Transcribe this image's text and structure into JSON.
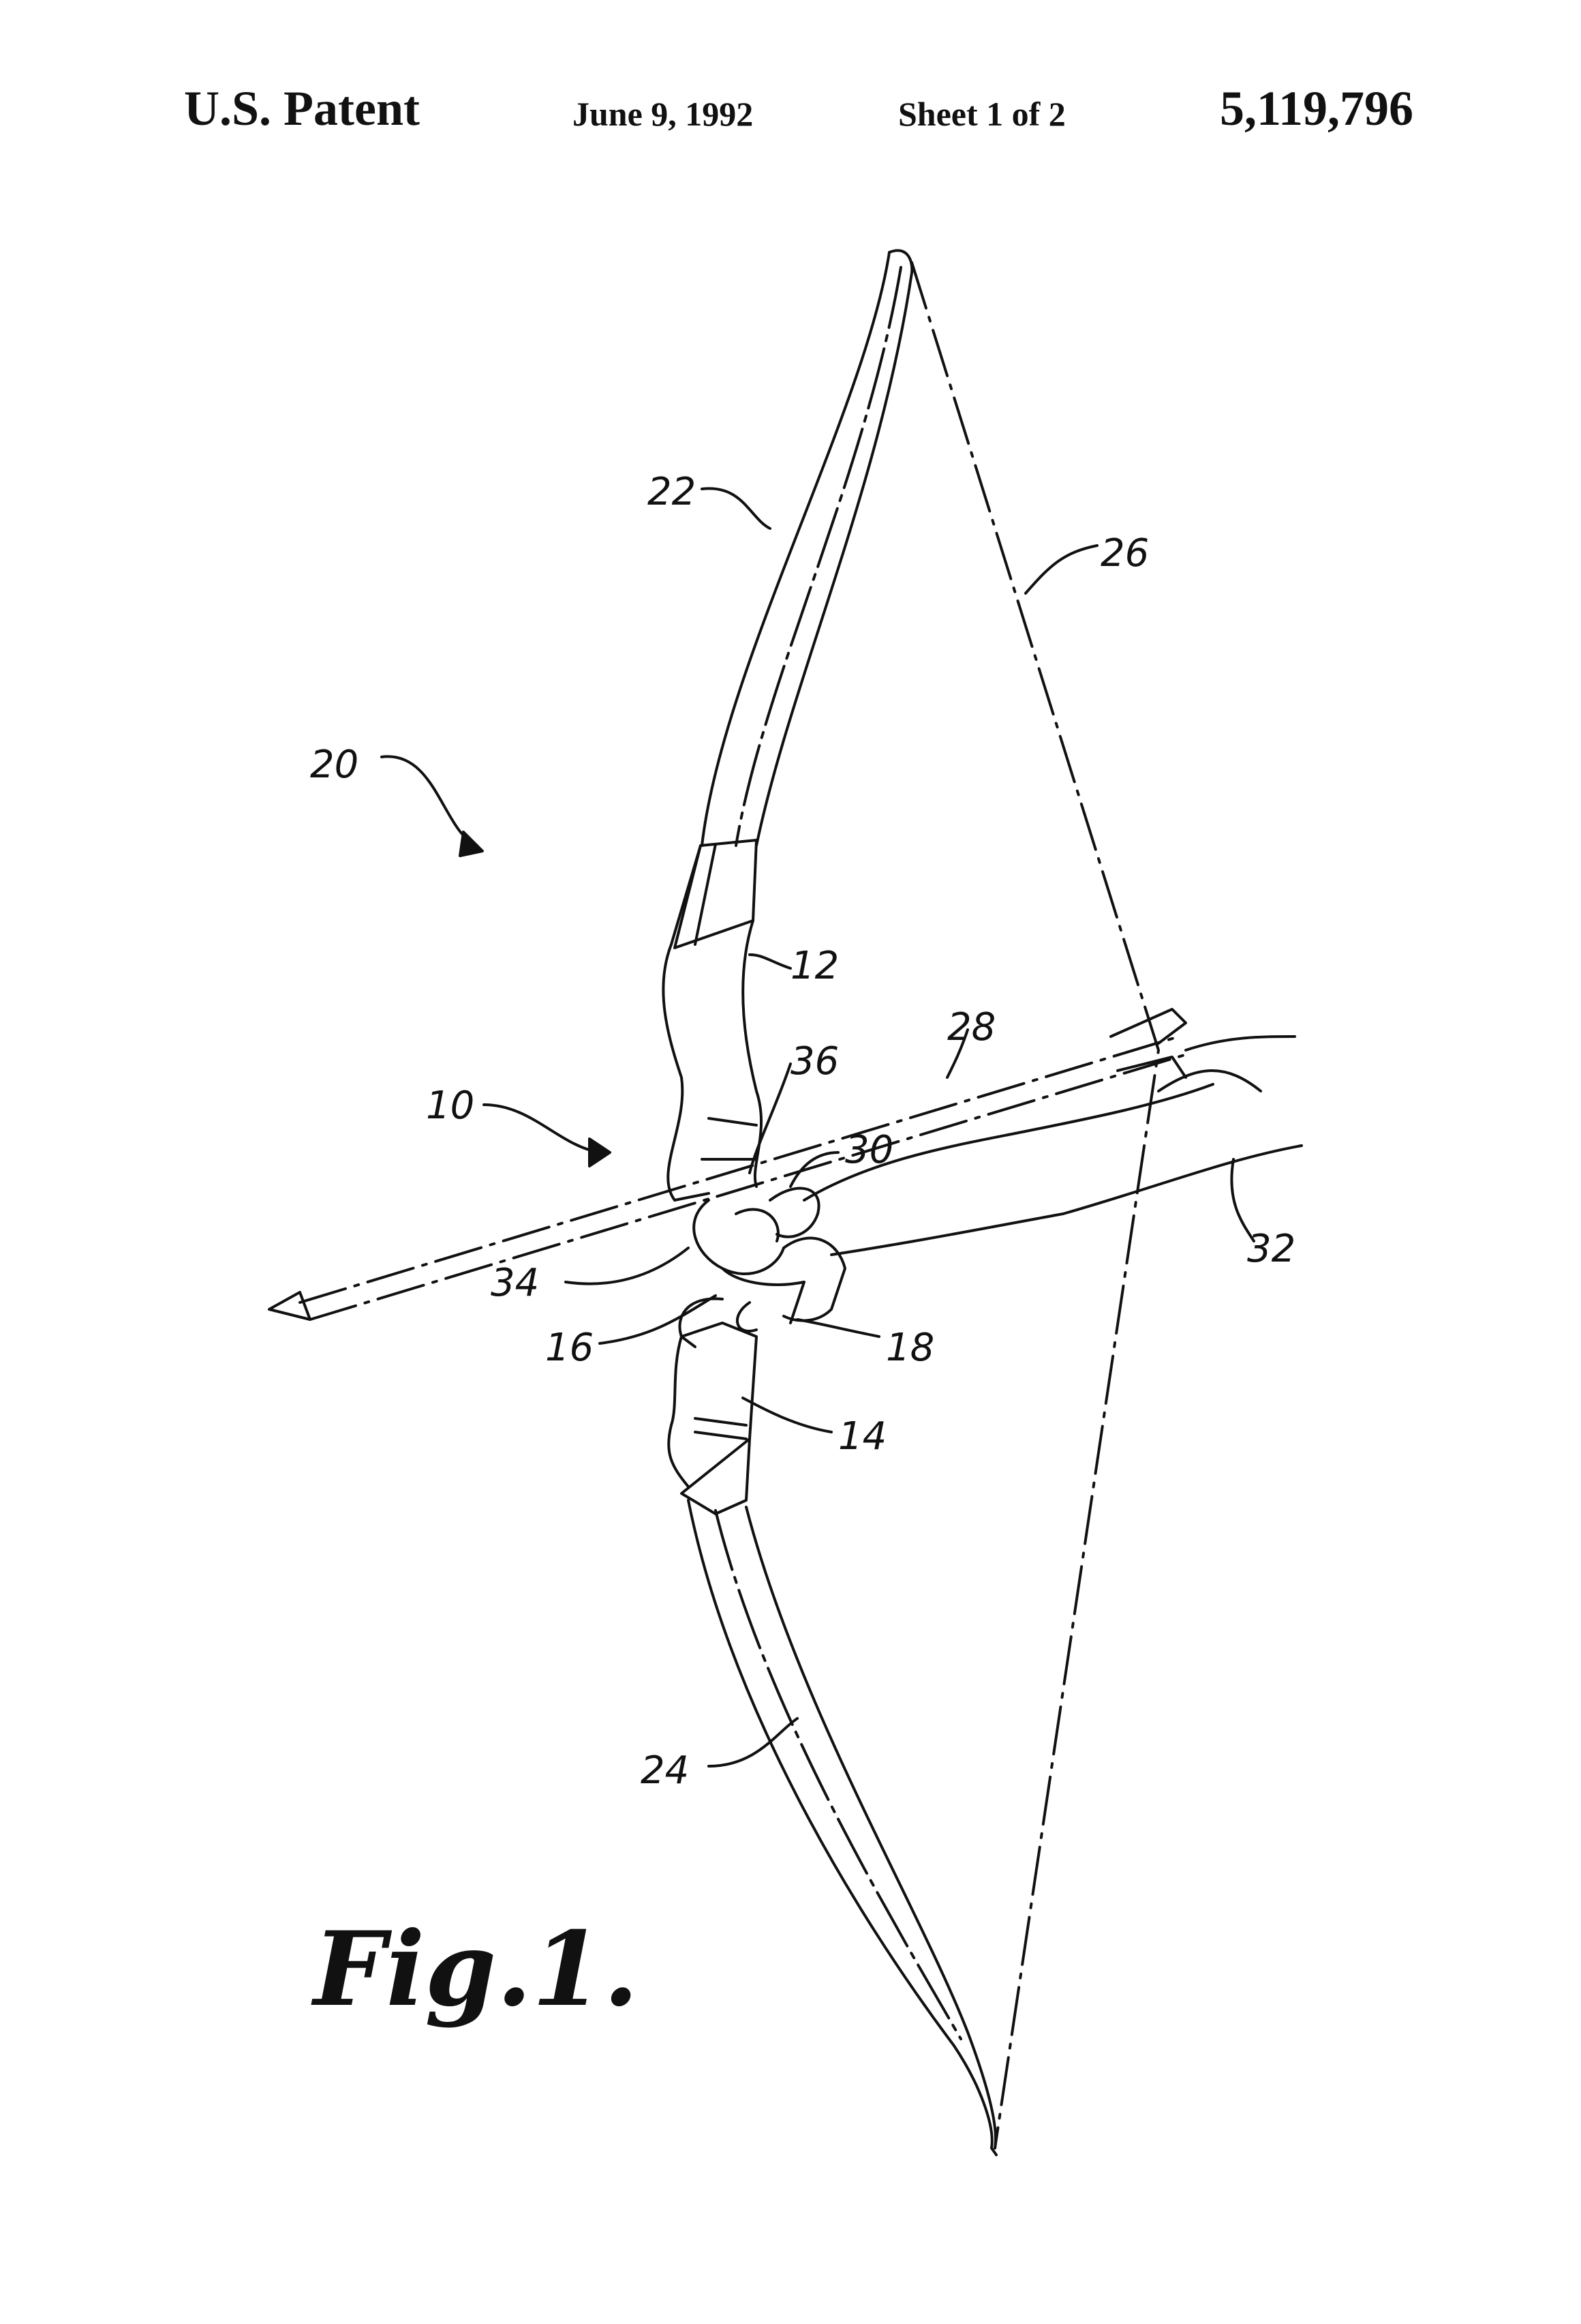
{
  "header": {
    "office": "U.S. Patent",
    "date": "June 9, 1992",
    "sheet": "Sheet 1 of 2",
    "patent_number": "5,119,796"
  },
  "figure": {
    "caption": "Fig.1.",
    "reference_numerals": {
      "bow_assembly": "20",
      "upper_limb": "22",
      "bowstring": "26",
      "upper_riser": "12",
      "arrow": "28",
      "arrow_rest": "36",
      "grip_pad": "30",
      "bow_handle": "10",
      "arm": "32",
      "handle_contact": "34",
      "lower_grip": "16",
      "hand_wrap": "18",
      "lower_riser": "14",
      "lower_limb": "24"
    }
  }
}
